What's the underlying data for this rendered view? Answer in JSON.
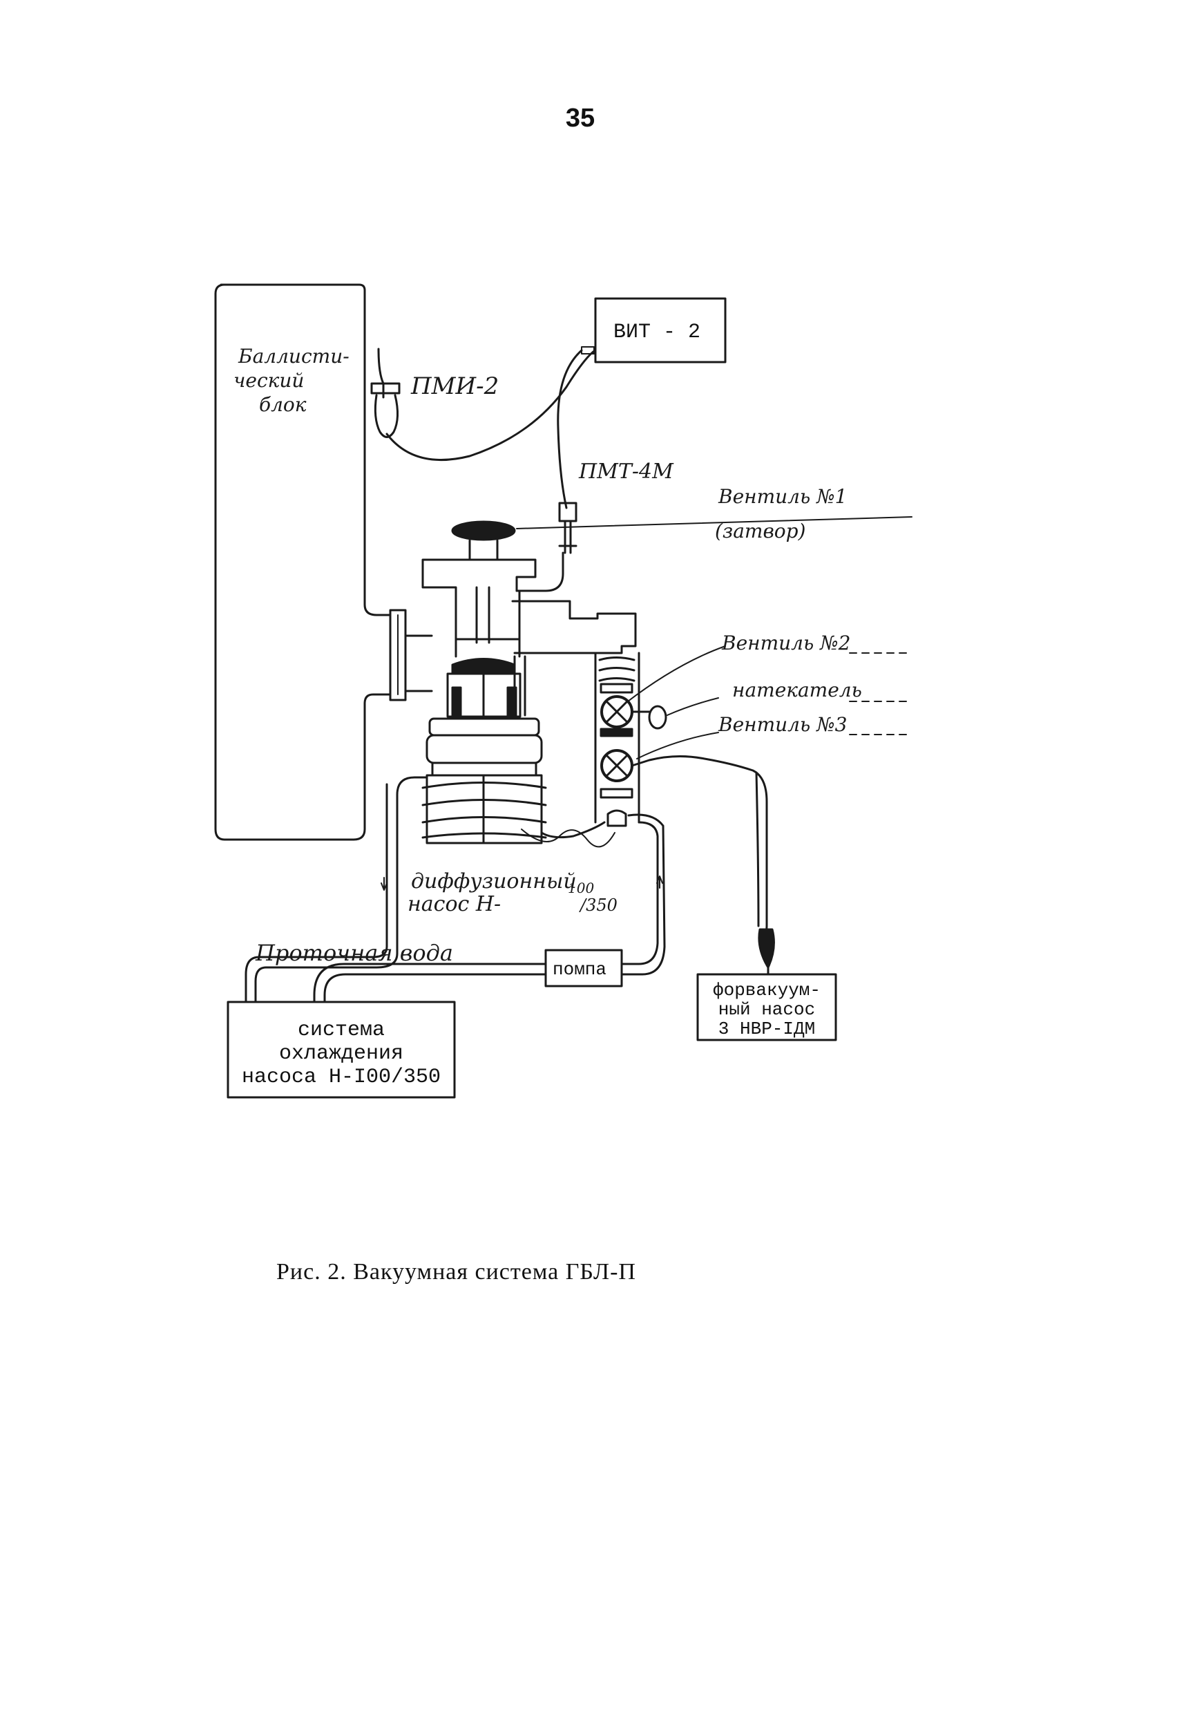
{
  "page": {
    "number": "35"
  },
  "labels": {
    "ballistic_block": [
      "Баллисти-",
      "ческий",
      "блок"
    ],
    "pmi": "ПМИ-2",
    "vit": "ВИТ - 2",
    "pmt": "ПМТ-4М",
    "valve1": [
      "Вентиль №1",
      "(затвор)"
    ],
    "valve2": "Вентиль №2",
    "leak": "натекатель",
    "valve3": "Вентиль №3",
    "diff_pump": [
      "диффузионный",
      "насос Н-",
      "100",
      "/350"
    ],
    "water": "Проточная вода",
    "pompa": "помпа",
    "cooling": [
      "система",
      "охлаждения",
      "насоса Н-I00/350"
    ],
    "forevac": [
      "форвакуум-",
      "ный насос",
      "3 НВР-IДМ"
    ]
  },
  "caption": "Рис. 2. Вакуумная система ГБЛ-П"
}
